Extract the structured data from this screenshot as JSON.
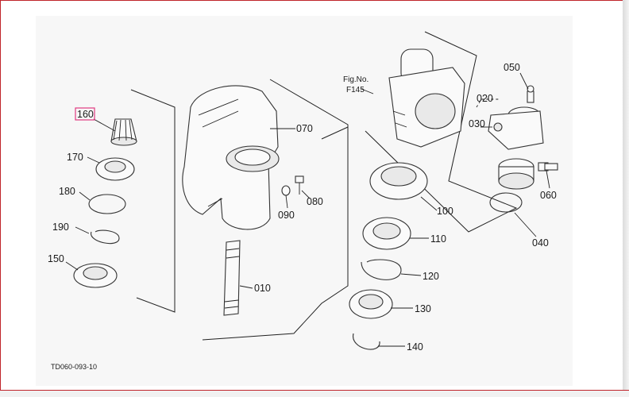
{
  "figure_ref": {
    "line1": "Fig.No.",
    "line2": "F145"
  },
  "drawing_code": "TD060-093-10",
  "highlighted_part": "160",
  "callouts": {
    "p160": "160",
    "p170": "170",
    "p180": "180",
    "p190": "190",
    "p150": "150",
    "p070": "070",
    "p080": "080",
    "p090": "090",
    "p010": "010",
    "p050": "050",
    "p020": "020",
    "p030": "030",
    "p060": "060",
    "p040": "040",
    "p100": "100",
    "p110": "110",
    "p120": "120",
    "p130": "130",
    "p140": "140"
  },
  "colors": {
    "highlight": "#e03a80",
    "frame": "#c0242b",
    "ink": "#222222"
  }
}
